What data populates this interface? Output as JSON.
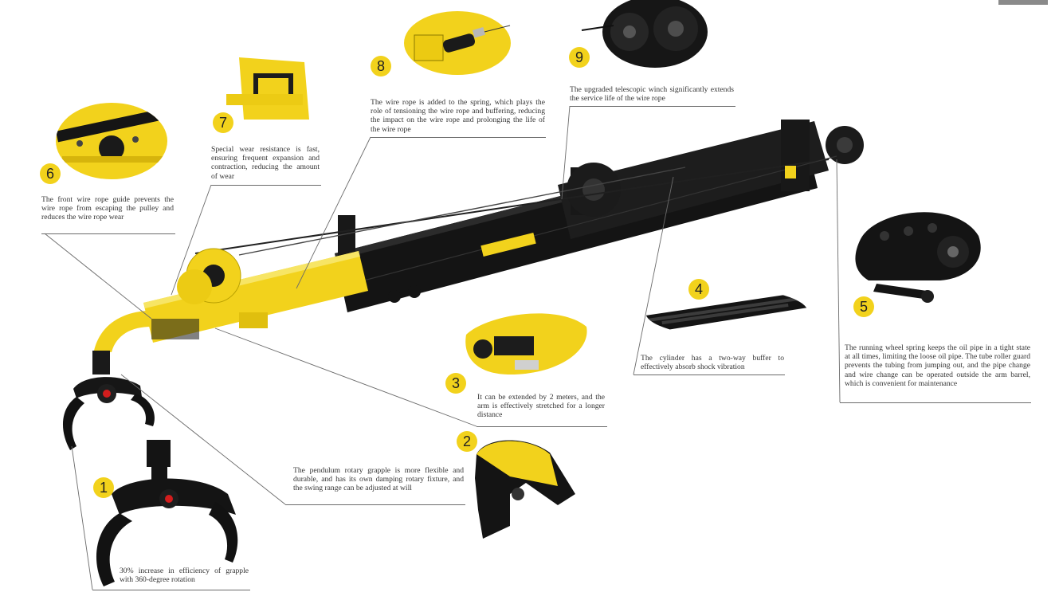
{
  "callouts": [
    {
      "number": "1",
      "text": "30% increase in efficiency of grapple with 360-degree rotation"
    },
    {
      "number": "2",
      "text": "The pendulum rotary grapple is more flexible and durable, and has its own damping rotary fixture, and the swing range can be adjusted at will"
    },
    {
      "number": "3",
      "text": "It can be extended by 2 meters, and the arm is effectively stretched for a longer distance"
    },
    {
      "number": "4",
      "text": "The cylinder has a two-way buffer to effectively absorb shock vibration"
    },
    {
      "number": "5",
      "text": "The running wheel spring keeps the oil pipe in a tight state at all times, limiting the loose oil pipe. The tube roller guard prevents the tubing from jumping out, and the pipe change and wire change can be operated outside the arm barrel, which is convenient for maintenance"
    },
    {
      "number": "6",
      "text": "The front wire rope guide prevents the wire rope from escaping the pulley and reduces the wire rope wear"
    },
    {
      "number": "7",
      "text": "Special wear resistance is fast, ensuring frequent expansion and contraction, reducing the amount of wear"
    },
    {
      "number": "8",
      "text": "The wire rope is added to the spring, which plays the role of tensioning the wire rope and buffering, reducing the impact on the wire rope and prolonging the life of the wire rope"
    },
    {
      "number": "9",
      "text": "The upgraded telescopic winch significantly extends the service life of the wire rope"
    }
  ],
  "colors": {
    "yellow": "#f2d21c",
    "black": "#151515",
    "line": "#6b6b6b",
    "text": "#333333"
  }
}
